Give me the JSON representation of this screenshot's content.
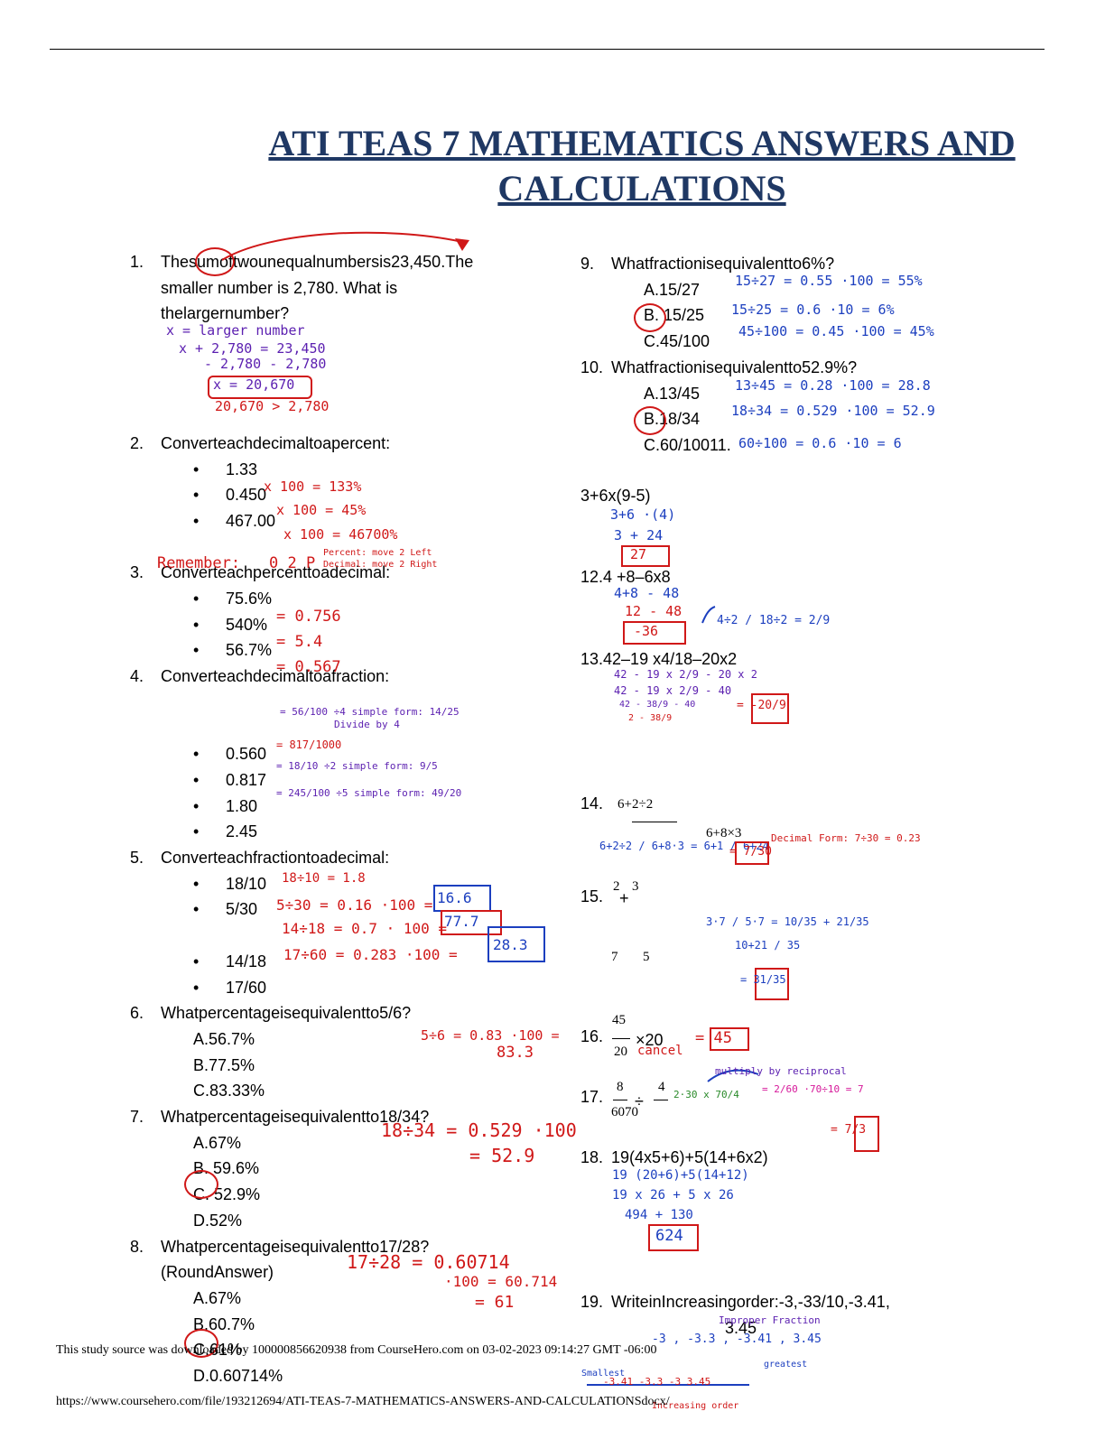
{
  "title": "ATI TEAS 7 MATHEMATICS ANSWERS AND CALCULATIONS",
  "left": {
    "q1": {
      "num": "1.",
      "l1": "Thesumoftwounequalnumbersis23,450.The",
      "l2": "smaller number is 2,780. What is",
      "l3": "thelargernumber?"
    },
    "q2": {
      "num": "2.",
      "text": "Converteachdecimaltoapercent:",
      "items": [
        "1.33",
        "0.450",
        "467.00"
      ]
    },
    "q3": {
      "num": "3.",
      "text": "Converteachpercenttoadecimal:",
      "items": [
        "75.6%",
        "540%",
        "56.7%"
      ]
    },
    "q4": {
      "num": "4.",
      "text": "Converteachdecimaltoafraction:",
      "items": [
        "0.560",
        "0.817",
        "1.80",
        "2.45"
      ]
    },
    "q5": {
      "num": "5.",
      "text": "Converteachfractiontoadecimal:",
      "items": [
        "18/10",
        "5/30",
        "14/18",
        "17/60"
      ]
    },
    "q6": {
      "num": "6.",
      "text": "Whatpercentageisequivalentto5/6?",
      "options": [
        "A.56.7%",
        "B.77.5%",
        "C.83.33%"
      ]
    },
    "q7": {
      "num": "7.",
      "text": "Whatpercentageisequivalentto18/34?",
      "options": [
        "A.67%",
        "B.  59.6%",
        "C.  52.9%",
        "D.52%"
      ]
    },
    "q8": {
      "num": "8.",
      "text": "Whatpercentageisequivalentto17/28?",
      "text2": "(RoundAnswer)",
      "options": [
        "A.67%",
        "B.60.7%",
        "C.61%",
        "D.0.60714%"
      ]
    }
  },
  "right": {
    "q9": {
      "num": "9.",
      "text": "Whatfractionisequivalentto6%?",
      "options": [
        "A.15/27",
        "B.  15/25",
        "C.45/100"
      ]
    },
    "q10": {
      "num": "10.",
      "text": "Whatfractionisequivalentto52.9%?",
      "options": [
        "A.13/45",
        "B.18/34",
        "C.60/10011."
      ]
    },
    "q11": {
      "text": "3+6x(9-5)"
    },
    "q12": {
      "text": "12.4 +8–6x8"
    },
    "q13": {
      "text": "13.42–19 x4/18–20x2"
    },
    "q14": {
      "num": "14.",
      "numer": "6+2÷2",
      "denom": "6+8×3"
    },
    "q15": {
      "num": "15.",
      "a": "2",
      "b": "3",
      "c": "7",
      "d": "5",
      "op": "+"
    },
    "q16": {
      "num": "16.",
      "numer": "45",
      "denom": "20",
      "op": "×20"
    },
    "q17": {
      "num": "17.",
      "n1": "8",
      "n2": "4",
      "d1": "60",
      "d2": "70",
      "op": "÷"
    },
    "q18": {
      "num": "18.",
      "text": "19(4x5+6)+5(14+6x2)"
    },
    "q19": {
      "num": "19.",
      "text": "WriteinIncreasingorder:-3,-33/10,-3.41,",
      "text2": "3.45"
    }
  },
  "handwriting": {
    "q1": [
      "x = larger number",
      "x + 2,780 = 23,450",
      "- 2,780    - 2,780",
      "x = 20,670",
      "20,670 > 2,780"
    ],
    "q2": [
      "x 100 = 133%",
      "x 100 = 45%",
      "x 100 = 46700%",
      "Remember:",
      "0 2 P",
      "Percent: move 2 Left",
      "Decimal: move 2 Right"
    ],
    "q3": [
      "= 0.756",
      "= 5.4",
      "= 0.567"
    ],
    "q4": [
      "= 56/100 ÷4 simple form: 14/25",
      "Divide by 4",
      "= 817/1000",
      "= 18/10 ÷2 simple form: 9/5",
      "= 245/100 ÷5 simple form: 49/20"
    ],
    "q5": [
      "18÷10 = 1.8",
      "5÷30 = 0.16 ·100 =",
      "14÷18 = 0.7 · 100 =",
      "17÷60 = 0.283 ·100 =",
      "16.6",
      "77.7",
      "28.3"
    ],
    "q6": [
      "5÷6 = 0.83 ·100 =",
      "83.3"
    ],
    "q7": [
      "18÷34 = 0.529 ·100",
      "= 52.9"
    ],
    "q8": [
      "17÷28 = 0.60714",
      "·100 = 60.714",
      "= 61"
    ],
    "q9": [
      "15÷27 = 0.55 ·100 = 55%",
      "15÷25 = 0.6 ·10 = 6%",
      "45÷100 = 0.45 ·100 = 45%"
    ],
    "q10": [
      "13÷45 = 0.28 ·100 = 28.8",
      "18÷34 = 0.529 ·100 = 52.9",
      "60÷100 = 0.6 ·10 = 6"
    ],
    "q11": [
      "3+6 ·(4)",
      "3 + 24",
      "27"
    ],
    "q12": [
      "4+8 - 48",
      "12 - 48",
      "-36",
      "4÷2 / 18÷2 = 2/9"
    ],
    "q13": [
      "42 - 19 x 2/9 - 20 x 2",
      "42 - 19 x 2/9 - 40",
      "42 - 38/9 - 40",
      "2 - 38/9",
      "= -20/9"
    ],
    "q14": [
      "6+2÷2 / 6+8·3 = 6+1 / 6+24",
      "= 7/30",
      "Decimal Form: 7÷30 = 0.23"
    ],
    "q15": [
      "3·7 / 5·7 = 10/35 + 21/35",
      "10+21 / 35",
      "= 31/35"
    ],
    "q16": [
      "cancel",
      "= 45"
    ],
    "q17": [
      "multiply by reciprocal",
      "2·30 x 70/4",
      "= 2/60 ·70÷10 = 7",
      "= 7/3"
    ],
    "q18": [
      "19 (20+6)+5(14+12)",
      "19 x 26 + 5 x 26",
      "494 + 130",
      "624"
    ],
    "q19": [
      "Improper Fraction",
      "-3 , -3.3 , -3.41 , 3.45",
      "Smallest",
      "greatest",
      "-3.41  -3.3  -3  3.45",
      "Increasing order"
    ]
  },
  "footer": {
    "line1": "This study source was downloaded by 100000856620938 from CourseHero.com on 03-02-2023 09:14:27 GMT -06:00",
    "line2": "https://www.coursehero.com/file/193212694/ATI-TEAS-7-MATHEMATICS-ANSWERS-AND-CALCULATIONSdocx/"
  }
}
